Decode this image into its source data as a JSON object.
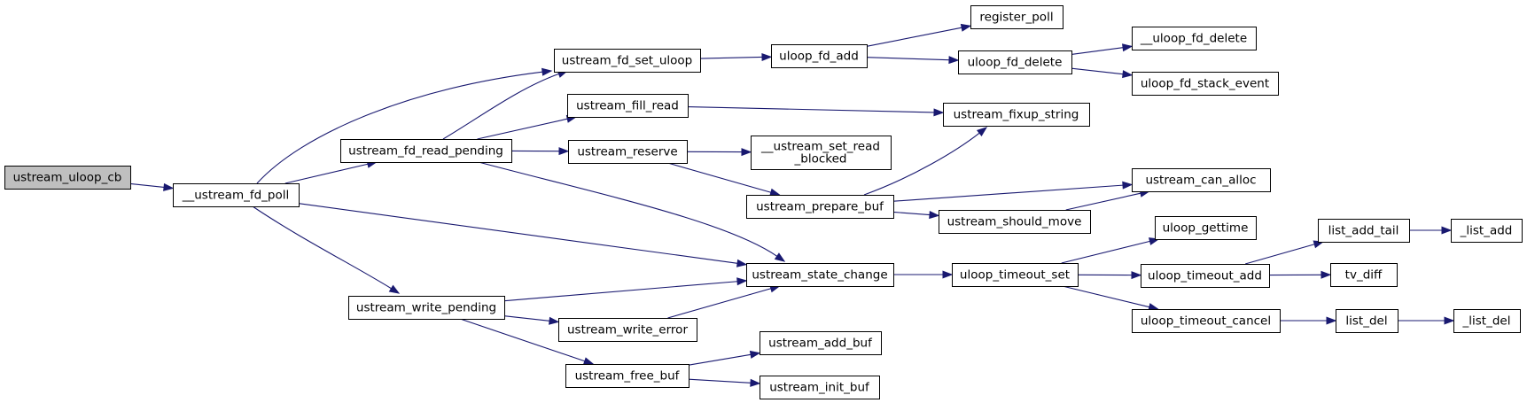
{
  "diagram": {
    "colors": {
      "edge": "#191970",
      "node_fill": "#ffffff",
      "root_fill": "#bfbfbf",
      "node_border": "#000000"
    },
    "nodes": [
      {
        "id": "ustream_uloop_cb",
        "lines": [
          "ustream_uloop_cb"
        ],
        "root": true
      },
      {
        "id": "__ustream_fd_poll",
        "lines": [
          "__ustream_fd_poll"
        ]
      },
      {
        "id": "ustream_fd_set_uloop",
        "lines": [
          "ustream_fd_set_uloop"
        ]
      },
      {
        "id": "ustream_fd_read_pending",
        "lines": [
          "ustream_fd_read_pending"
        ]
      },
      {
        "id": "ustream_state_change",
        "lines": [
          "ustream_state_change"
        ]
      },
      {
        "id": "ustream_write_pending",
        "lines": [
          "ustream_write_pending"
        ]
      },
      {
        "id": "uloop_fd_add",
        "lines": [
          "uloop_fd_add"
        ]
      },
      {
        "id": "register_poll",
        "lines": [
          "register_poll"
        ]
      },
      {
        "id": "uloop_fd_delete",
        "lines": [
          "uloop_fd_delete"
        ]
      },
      {
        "id": "__uloop_fd_delete",
        "lines": [
          "__uloop_fd_delete"
        ]
      },
      {
        "id": "uloop_fd_stack_event",
        "lines": [
          "uloop_fd_stack_event"
        ]
      },
      {
        "id": "ustream_fill_read",
        "lines": [
          "ustream_fill_read"
        ]
      },
      {
        "id": "ustream_fixup_string",
        "lines": [
          "ustream_fixup_string"
        ]
      },
      {
        "id": "ustream_reserve",
        "lines": [
          "ustream_reserve"
        ]
      },
      {
        "id": "__ustream_set_read_blocked",
        "lines": [
          "__ustream_set_read",
          "_blocked"
        ]
      },
      {
        "id": "ustream_prepare_buf",
        "lines": [
          "ustream_prepare_buf"
        ]
      },
      {
        "id": "ustream_can_alloc",
        "lines": [
          "ustream_can_alloc"
        ]
      },
      {
        "id": "ustream_should_move",
        "lines": [
          "ustream_should_move"
        ]
      },
      {
        "id": "uloop_timeout_set",
        "lines": [
          "uloop_timeout_set"
        ]
      },
      {
        "id": "uloop_gettime",
        "lines": [
          "uloop_gettime"
        ]
      },
      {
        "id": "uloop_timeout_add",
        "lines": [
          "uloop_timeout_add"
        ]
      },
      {
        "id": "list_add_tail",
        "lines": [
          "list_add_tail"
        ]
      },
      {
        "id": "_list_add",
        "lines": [
          "_list_add"
        ]
      },
      {
        "id": "tv_diff",
        "lines": [
          "tv_diff"
        ]
      },
      {
        "id": "uloop_timeout_cancel",
        "lines": [
          "uloop_timeout_cancel"
        ]
      },
      {
        "id": "list_del",
        "lines": [
          "list_del"
        ]
      },
      {
        "id": "_list_del",
        "lines": [
          "_list_del"
        ]
      },
      {
        "id": "ustream_write_error",
        "lines": [
          "ustream_write_error"
        ]
      },
      {
        "id": "ustream_free_buf",
        "lines": [
          "ustream_free_buf"
        ]
      },
      {
        "id": "ustream_add_buf",
        "lines": [
          "ustream_add_buf"
        ]
      },
      {
        "id": "ustream_init_buf",
        "lines": [
          "ustream_init_buf"
        ]
      }
    ],
    "edges": [
      [
        "ustream_uloop_cb",
        "__ustream_fd_poll"
      ],
      [
        "__ustream_fd_poll",
        "ustream_fd_set_uloop"
      ],
      [
        "__ustream_fd_poll",
        "ustream_fd_read_pending"
      ],
      [
        "__ustream_fd_poll",
        "ustream_state_change"
      ],
      [
        "__ustream_fd_poll",
        "ustream_write_pending"
      ],
      [
        "ustream_fd_set_uloop",
        "uloop_fd_add"
      ],
      [
        "uloop_fd_add",
        "register_poll"
      ],
      [
        "uloop_fd_add",
        "uloop_fd_delete"
      ],
      [
        "uloop_fd_delete",
        "__uloop_fd_delete"
      ],
      [
        "uloop_fd_delete",
        "uloop_fd_stack_event"
      ],
      [
        "ustream_fd_read_pending",
        "ustream_fd_set_uloop"
      ],
      [
        "ustream_fd_read_pending",
        "ustream_fill_read"
      ],
      [
        "ustream_fd_read_pending",
        "ustream_reserve"
      ],
      [
        "ustream_fd_read_pending",
        "ustream_state_change"
      ],
      [
        "ustream_fill_read",
        "ustream_fixup_string"
      ],
      [
        "ustream_reserve",
        "__ustream_set_read_blocked"
      ],
      [
        "ustream_reserve",
        "ustream_prepare_buf"
      ],
      [
        "ustream_prepare_buf",
        "ustream_fixup_string"
      ],
      [
        "ustream_prepare_buf",
        "ustream_can_alloc"
      ],
      [
        "ustream_prepare_buf",
        "ustream_should_move"
      ],
      [
        "ustream_should_move",
        "ustream_can_alloc"
      ],
      [
        "ustream_state_change",
        "uloop_timeout_set"
      ],
      [
        "uloop_timeout_set",
        "uloop_gettime"
      ],
      [
        "uloop_timeout_set",
        "uloop_timeout_add"
      ],
      [
        "uloop_timeout_set",
        "uloop_timeout_cancel"
      ],
      [
        "uloop_timeout_add",
        "list_add_tail"
      ],
      [
        "uloop_timeout_add",
        "tv_diff"
      ],
      [
        "list_add_tail",
        "_list_add"
      ],
      [
        "uloop_timeout_cancel",
        "list_del"
      ],
      [
        "list_del",
        "_list_del"
      ],
      [
        "ustream_write_pending",
        "ustream_state_change"
      ],
      [
        "ustream_write_pending",
        "ustream_write_error"
      ],
      [
        "ustream_write_pending",
        "ustream_free_buf"
      ],
      [
        "ustream_write_error",
        "ustream_state_change"
      ],
      [
        "ustream_free_buf",
        "ustream_add_buf"
      ],
      [
        "ustream_free_buf",
        "ustream_init_buf"
      ]
    ]
  }
}
